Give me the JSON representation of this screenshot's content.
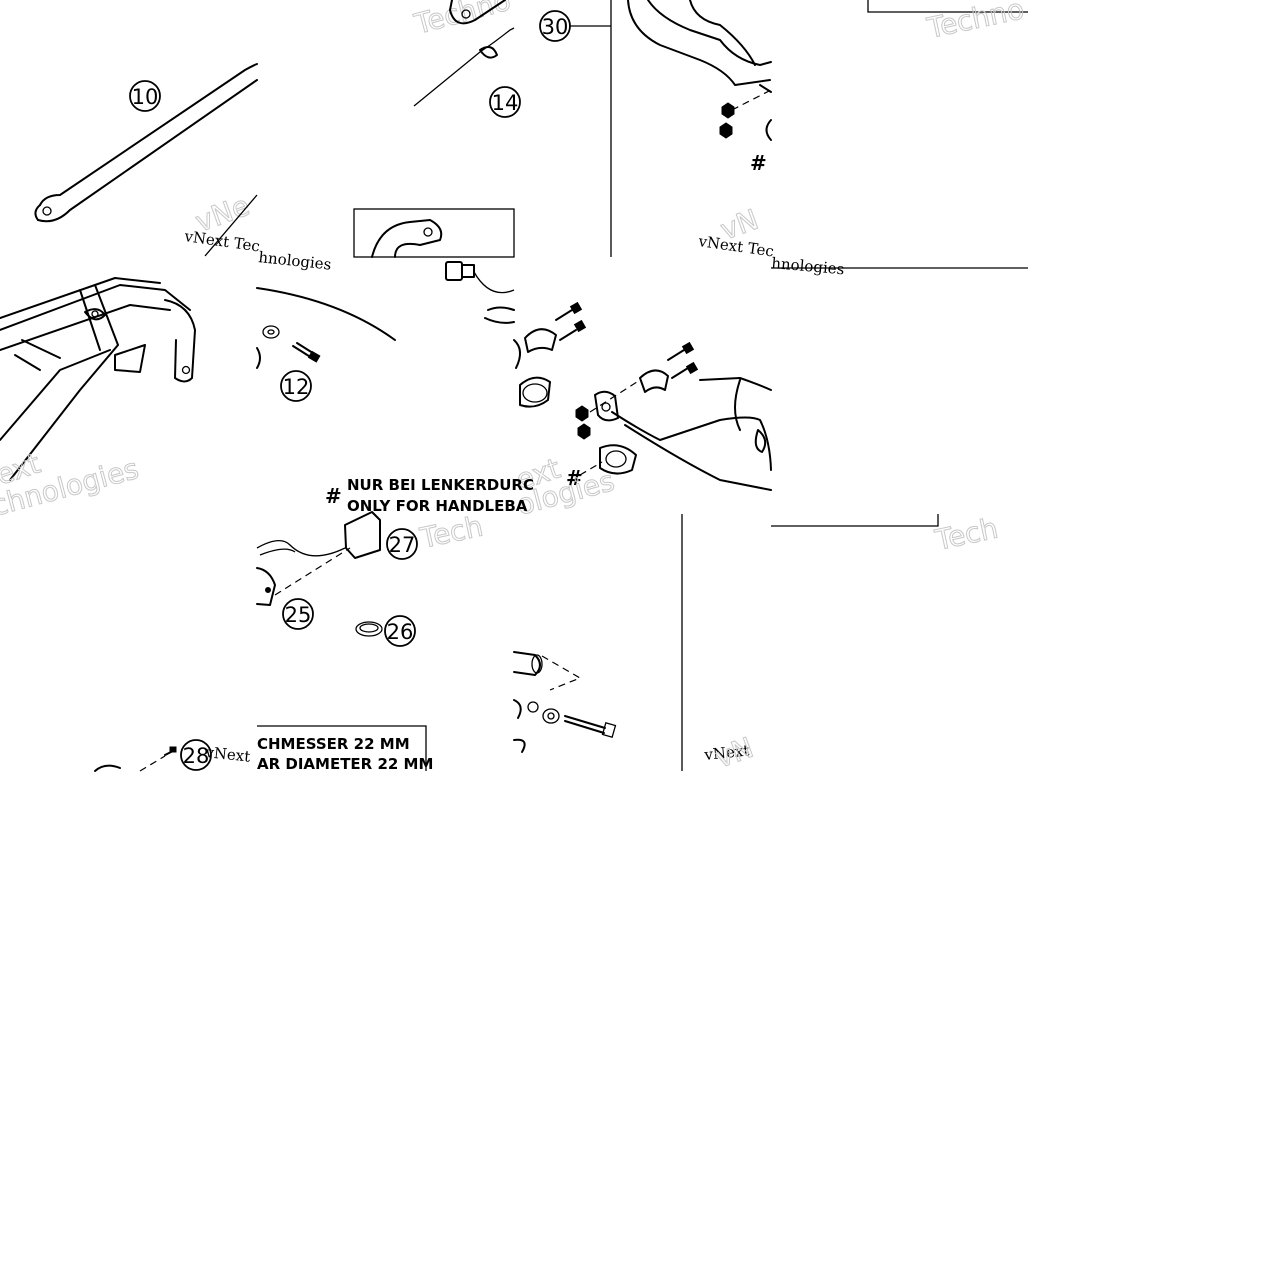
{
  "callouts": {
    "c10": "10",
    "c12": "12",
    "c14": "14",
    "c25": "25",
    "c26": "26",
    "c27": "27",
    "c28": "28",
    "c30": "30"
  },
  "notes": {
    "hash": "#",
    "de_line": "NUR BEI LENKERDURC",
    "en_line": "ONLY FOR HANDLEBA",
    "diameter_de": "CHMESSER 22 MM",
    "diameter_en": "AR DIAMETER 22 MM"
  },
  "watermarks": {
    "brand_serif": "vNext Technologies",
    "brand_a": "vNext Tec",
    "brand_b": "hnologies",
    "brand_c": "vNext Tec",
    "brand_d": "chnologies",
    "brand_e": "vNext",
    "brand_f": "vNext",
    "outline_tech": "Techno",
    "outline_tech2": "Tech",
    "outline_tech3": "Tech",
    "outline_ext": "ext",
    "outline_chno": "chnologies",
    "outline_nologies": "ologies",
    "outline_vne": "vNe",
    "outline_vn": "vN"
  }
}
